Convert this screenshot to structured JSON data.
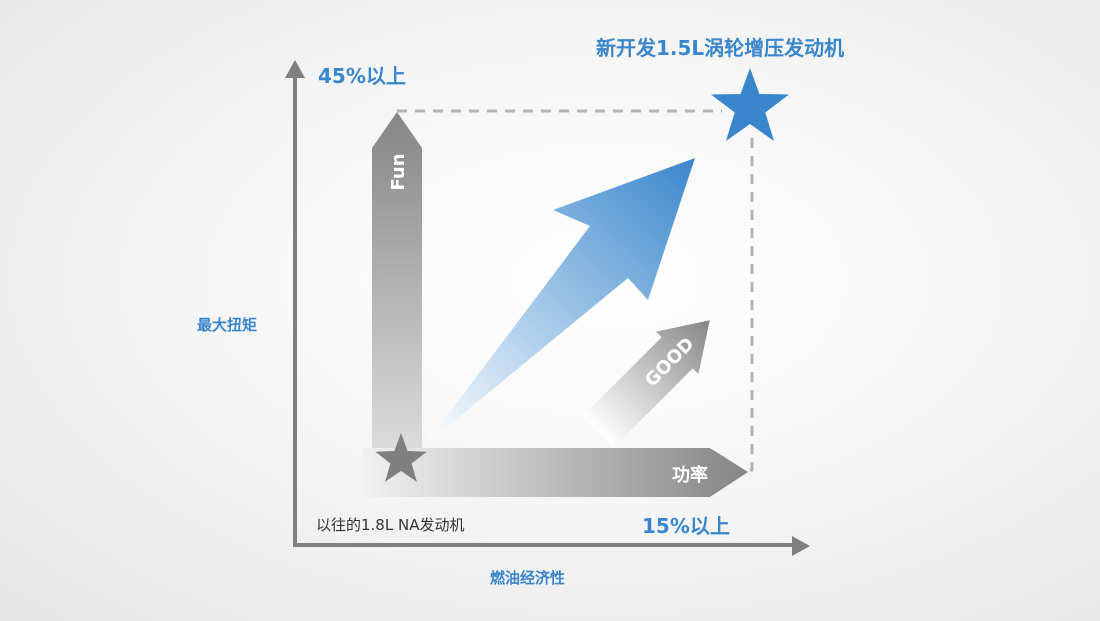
{
  "title": "新开发1.5L涡轮增压发动机",
  "y_axis": {
    "label": "最大扭矩",
    "value": "45%以上"
  },
  "x_axis": {
    "label": "燃油经济性",
    "value": "15%以上"
  },
  "baseline_label": "以往的1.8L NA发动机",
  "arrows": {
    "fun": "Fun",
    "power": "功率",
    "good": "GOOD"
  },
  "colors": {
    "accent": "#3a86cc",
    "grey": "#8a8a8a",
    "axis": "#7f7f7f"
  }
}
